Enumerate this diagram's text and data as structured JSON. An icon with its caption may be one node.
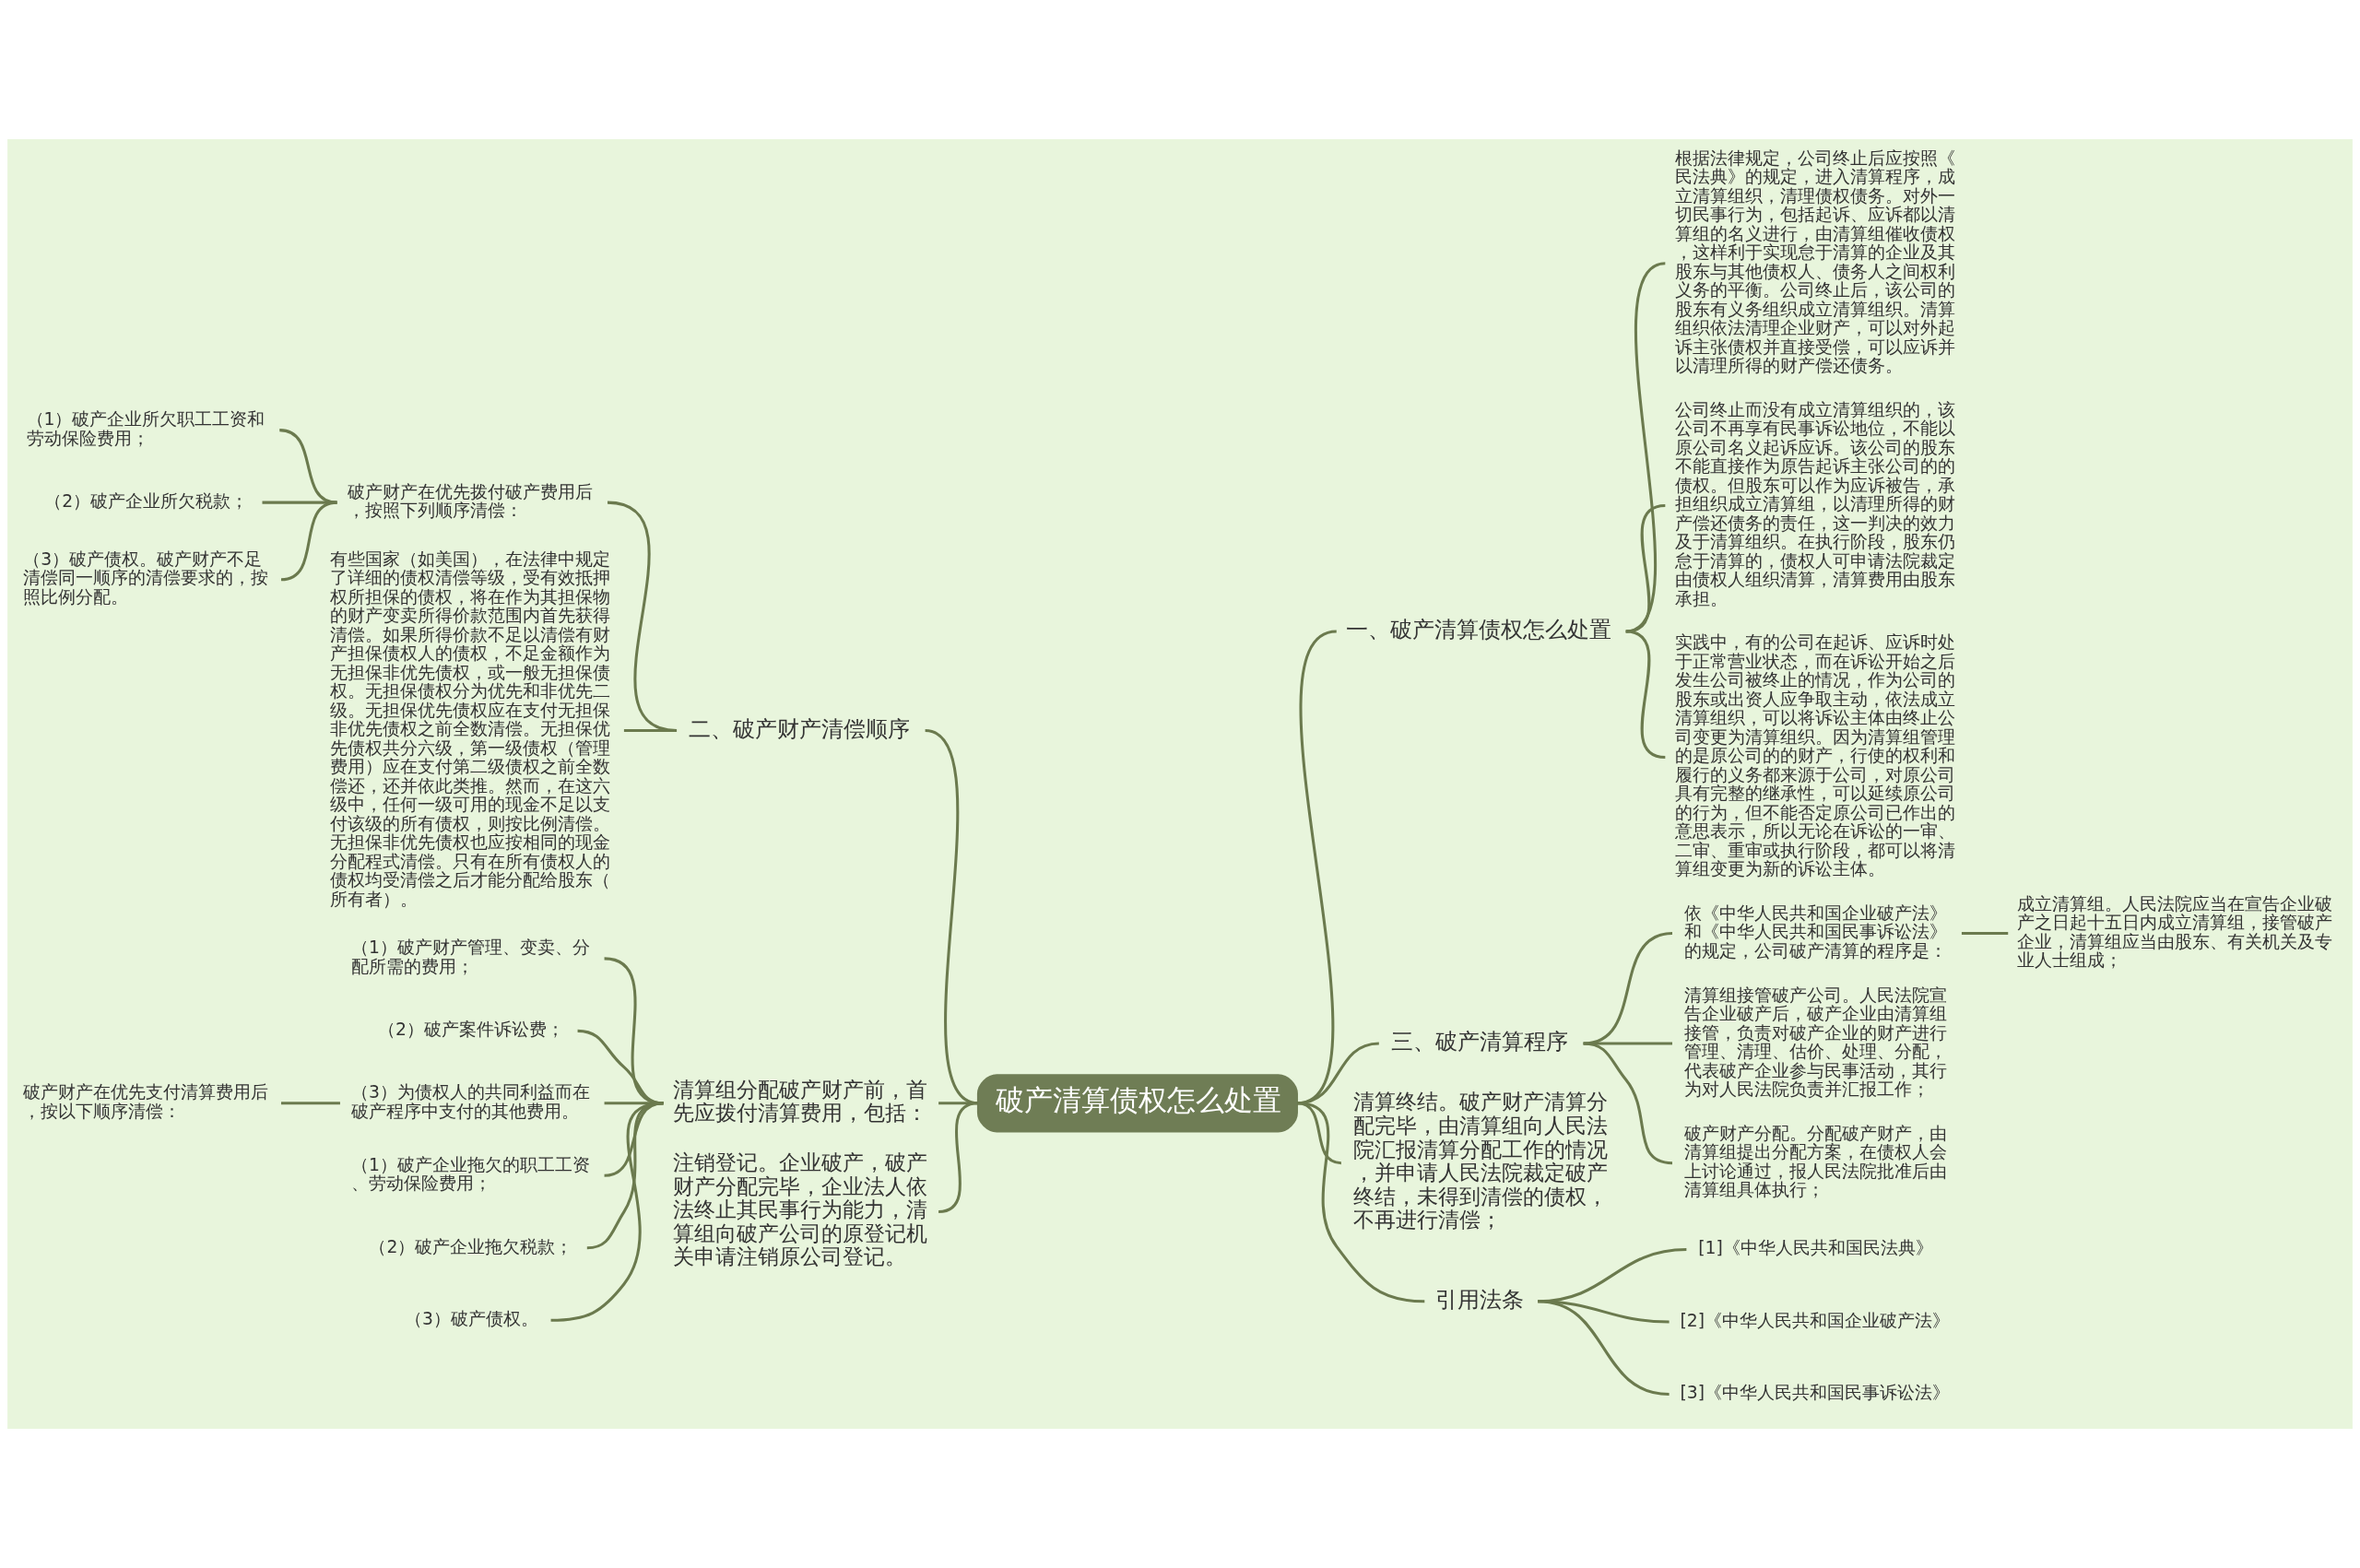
{
  "diagram": {
    "nodes": [
      {
        "text": [
          "破产清算债权怎么处置"
        ]
      },
      {
        "text": [
          "一、破产清算债权怎么处置"
        ]
      },
      {
        "text": [
          "根据法律规定，公司终止后应按照《民法典》的规定，进入清算程序，成立清算组织，清理债权债务。对外一切民事行为，包括起诉、应诉都以清算组的名义进行，由清算组催收债权，这样利于实现怠于清算的企业及其股东与其他债权人、债务人之间权利义务的平衡。公司终止后，该公司的股东有义务组织成立清算组织。清算组织依法清理企业财产，可以对外起诉主张债权并直接受偿，可以应诉并以清理所得的财产偿还债务。"
        ]
      },
      {
        "text": [
          "公司终止而没有成立清算组织的，该公司不再享有民事诉讼地位，不能以原公司名义起诉应诉。该公司的股东不能直接作为原告起诉主张公司的的债权。但股东可以作为应诉被告，承担组织成立清算组，以清理所得的财产偿还债务的责任，这一判决的效力及于清算组织。在执行阶段，股东仍怠于清算的，债权人可申请法院裁定由债权人组织清算，清算费用由股东承担。"
        ]
      },
      {
        "text": [
          "实践中，有的公司在起诉、应诉时处于正常营业状态，而在诉讼开始之后发生公司被终止的情况，作为公司的股东或出资人应争取主动，依法成立清算组织，可以将诉讼主体由终止公司变更为清算组织。因为清算组管理的是原公司的的财产，行使的权利和履行的义务都来源于公司，对原公司具有完整的继承性，可以延续原公司的行为，但不能否定原公司已作出的意思表示，所以无论在诉讼的一审、二审、重审或执行阶段，都可以将清算组变更为新的诉讼主体。"
        ]
      },
      {
        "text": [
          "三、破产清算程序"
        ]
      },
      {
        "text": [
          "依《中华人民共和国企业破产法》和《中华人民共和国民事诉讼法》的规定，公司破产清算的程序是："
        ]
      },
      {
        "text": [
          "成立清算组。人民法院应当在宣告企业破产之日起十五日内成立清算组，接管破产企业，清算组应当由股东、有关机关及专业人士组成；"
        ]
      },
      {
        "text": [
          "清算组接管破产公司。人民法院宣告企业破产后，破产企业由清算组接管，负责对破产企业的财产进行管理、清理、估价、处理、分配，代表破产企业参与民事活动，其行为对人民法院负责并汇报工作；"
        ]
      },
      {
        "text": [
          "破产财产分配。分配破产财产，由清算组提出分配方案，在债权人会上讨论通过，报人民法院批准后由清算组具体执行；"
        ]
      },
      {
        "text": [
          "清算终结。破产财产清算分配完毕，由清算组向人民法院汇报清算分配工作的情况，并申请人民法院裁定破产终结，未得到清偿的债权，不再进行清偿；"
        ]
      },
      {
        "text": [
          "引用法条"
        ]
      },
      {
        "text": [
          "[1]《中华人民共和国民法典》"
        ]
      },
      {
        "text": [
          "[2]《中华人民共和国企业破产法》"
        ]
      },
      {
        "text": [
          "[3]《中华人民共和国民事诉讼法》"
        ]
      },
      {
        "text": [
          "二、破产财产清偿顺序"
        ]
      },
      {
        "text": [
          "破产财产在优先拨付破产费用后，按照下列顺序清偿："
        ]
      },
      {
        "text": [
          "（1）破产企业所欠职工工资和劳动保险费用；"
        ]
      },
      {
        "text": [
          "（2）破产企业所欠税款；"
        ]
      },
      {
        "text": [
          "（3）破产债权。破产财产不足清偿同一顺序的清偿要求的，按照比例分配。"
        ]
      },
      {
        "text": [
          "有些国家（如美国），在法律中规定了详细的债权清偿等级，受有效抵押权所担保的债权，将在作为其担保物的财产变卖所得价款范围内首先获得清偿。如果所得价款不足以清偿有财产担保债权人的债权，不足金额作为无担保非优先债权，或一般无担保债权。无担保债权分为优先和非优先二级。无担保优先债权应在支付无担保非优先债权之前全数清偿。无担保优先债权共分六级，第一级债权（管理费用）应在支付第二级债权之前全数偿还，还并依此类推。然而，在这六级中，任何一级可用的现金不足以支付该级的所有债权，则按比例清偿。无担保非优先债权也应按相同的现金分配程式清偿。只有在所有债权人的债权均受清偿之后才能分配给股东（所有者）。"
        ]
      },
      {
        "text": [
          "清算组分配破产财产前，首先应拨付清算费用，包括："
        ]
      },
      {
        "text": [
          "（1）破产财产管理、变卖、分配所需的费用；"
        ]
      },
      {
        "text": [
          "（2）破产案件诉讼费；"
        ]
      },
      {
        "text": [
          "（3）为债权人的共同利益而在破产程序中支付的其他费用。"
        ]
      },
      {
        "text": [
          "破产财产在优先支付清算费用后，按以下顺序清偿："
        ]
      },
      {
        "text": [
          "（1）破产企业拖欠的职工工资、劳动保险费用；"
        ]
      },
      {
        "text": [
          "（2）破产企业拖欠税款；"
        ]
      },
      {
        "text": [
          "（3）破产债权。"
        ]
      },
      {
        "text": [
          "注销登记。企业破产，破产财产分配完毕，企业法人依法终止其民事行为能力，清算组向破产公司的原登记机关申请注销原公司登记。"
        ]
      }
    ],
    "edges": [
      {
        "from": 0,
        "to": 1,
        "arrow": "none"
      },
      {
        "from": 1,
        "to": 2,
        "arrow": "none"
      },
      {
        "from": 1,
        "to": 3,
        "arrow": "none"
      },
      {
        "from": 1,
        "to": 4,
        "arrow": "none"
      },
      {
        "from": 0,
        "to": 5,
        "arrow": "none"
      },
      {
        "from": 5,
        "to": 6,
        "arrow": "none"
      },
      {
        "from": 6,
        "to": 7,
        "arrow": "none"
      },
      {
        "from": 5,
        "to": 8,
        "arrow": "none"
      },
      {
        "from": 5,
        "to": 9,
        "arrow": "none"
      },
      {
        "from": 0,
        "to": 10,
        "arrow": "none"
      },
      {
        "from": 0,
        "to": 11,
        "arrow": "none"
      },
      {
        "from": 11,
        "to": 12,
        "arrow": "none"
      },
      {
        "from": 11,
        "to": 13,
        "arrow": "none"
      },
      {
        "from": 11,
        "to": 14,
        "arrow": "none"
      },
      {
        "from": 0,
        "to": 15,
        "arrow": "none"
      },
      {
        "from": 15,
        "to": 16,
        "arrow": "none"
      },
      {
        "from": 16,
        "to": 17,
        "arrow": "none"
      },
      {
        "from": 16,
        "to": 18,
        "arrow": "none"
      },
      {
        "from": 16,
        "to": 19,
        "arrow": "none"
      },
      {
        "from": 15,
        "to": 20,
        "arrow": "none"
      },
      {
        "from": 0,
        "to": 21,
        "arrow": "none"
      },
      {
        "from": 21,
        "to": 22,
        "arrow": "none"
      },
      {
        "from": 21,
        "to": 23,
        "arrow": "none"
      },
      {
        "from": 21,
        "to": 24,
        "arrow": "none"
      },
      {
        "from": 24,
        "to": 25,
        "arrow": "none"
      },
      {
        "from": 21,
        "to": 26,
        "arrow": "none"
      },
      {
        "from": 21,
        "to": 27,
        "arrow": "none"
      },
      {
        "from": 21,
        "to": 28,
        "arrow": "none"
      },
      {
        "from": 0,
        "to": 29,
        "arrow": "none"
      }
    ]
  }
}
